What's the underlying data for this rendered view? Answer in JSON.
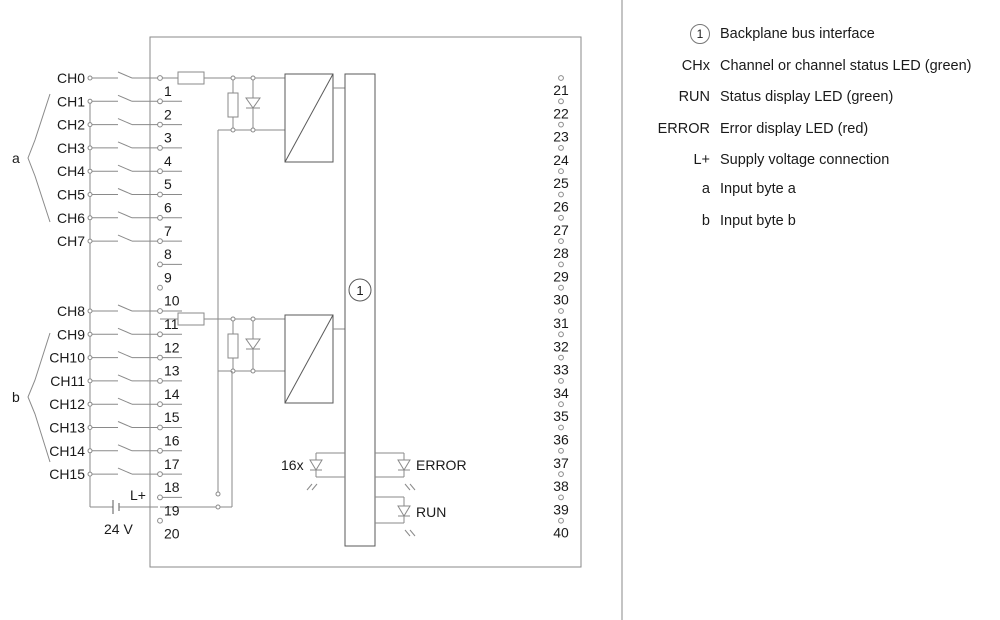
{
  "channels": [
    "CH0",
    "CH1",
    "CH2",
    "CH3",
    "CH4",
    "CH5",
    "CH6",
    "CH7",
    "CH8",
    "CH9",
    "CH10",
    "CH11",
    "CH12",
    "CH13",
    "CH14",
    "CH15"
  ],
  "left_terminals": [
    "1",
    "2",
    "3",
    "4",
    "5",
    "6",
    "7",
    "8",
    "9",
    "10",
    "11",
    "12",
    "13",
    "14",
    "15",
    "16",
    "17",
    "18",
    "19",
    "20"
  ],
  "right_terminals": [
    "21",
    "22",
    "23",
    "24",
    "25",
    "26",
    "27",
    "28",
    "29",
    "30",
    "31",
    "32",
    "33",
    "34",
    "35",
    "36",
    "37",
    "38",
    "39",
    "40"
  ],
  "groups": {
    "a": "a",
    "b": "b"
  },
  "labels": {
    "supply": "L+",
    "voltage": "24 V",
    "led_count": "16x",
    "error": "ERROR",
    "run": "RUN",
    "bus_marker": "1"
  },
  "legend": [
    {
      "key": "1",
      "circled": true,
      "desc": "Backplane bus interface"
    },
    {
      "key": "CHx",
      "circled": false,
      "desc": "Channel or channel status LED (green)"
    },
    {
      "key": "RUN",
      "circled": false,
      "desc": "Status display LED (green)"
    },
    {
      "key": "ERROR",
      "circled": false,
      "desc": "Error display LED (red)"
    },
    {
      "key": "L+",
      "circled": false,
      "desc": "Supply voltage connection"
    },
    {
      "key": "a",
      "circled": false,
      "desc": "Input byte a"
    },
    {
      "key": "b",
      "circled": false,
      "desc": "Input byte b"
    }
  ]
}
